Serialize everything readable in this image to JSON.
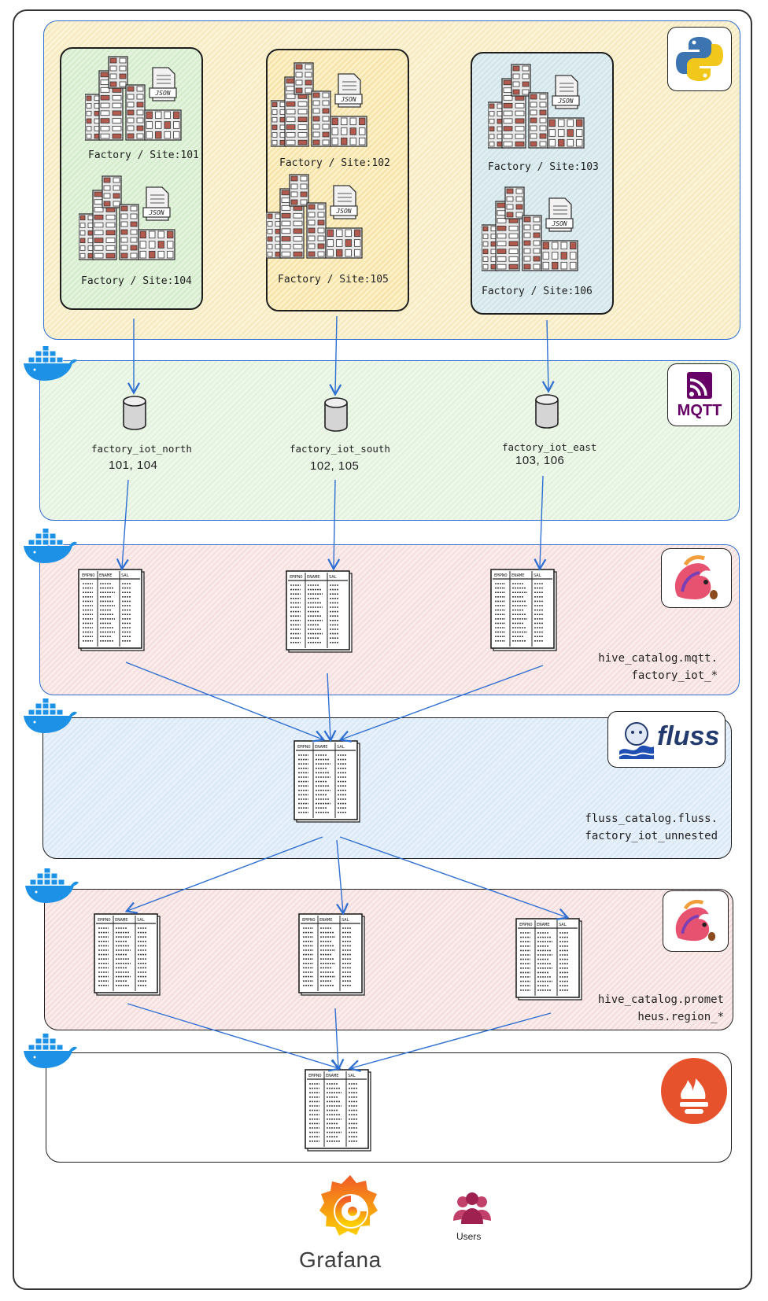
{
  "factories": [
    {
      "label": "Factory / Site:101"
    },
    {
      "label": "Factory / Site:104"
    },
    {
      "label": "Factory / Site:102"
    },
    {
      "label": "Factory / Site:105"
    },
    {
      "label": "Factory / Site:103"
    },
    {
      "label": "Factory / Site:106"
    }
  ],
  "json_badge": "JSON",
  "mqtt": {
    "logo_text": "MQTT",
    "topics": [
      {
        "name": "factory_iot_north",
        "sites": "101, 104"
      },
      {
        "name": "factory_iot_south",
        "sites": "102, 105"
      },
      {
        "name": "factory_iot_east",
        "sites": "103, 106"
      }
    ]
  },
  "flink_stage1": {
    "catalog_line1": "hive_catalog.mqtt.",
    "catalog_line2": "factory_iot_*"
  },
  "fluss": {
    "logo_text": "fluss",
    "catalog_line1": "fluss_catalog.fluss.",
    "catalog_line2": "factory_iot_unnested"
  },
  "flink_stage2": {
    "catalog_line1": "hive_catalog.promet",
    "catalog_line2": "heus.region_*"
  },
  "table_headers": [
    "EMPNO",
    "ENAME",
    "SAL"
  ],
  "grafana_label": "Grafana",
  "users_label": "Users",
  "colors": {
    "accent_blue": "#2f6fd1",
    "grafana_orange": "#f0831f",
    "prometheus_orange": "#e6522c",
    "mqtt_purple": "#660066",
    "flink_pink": "#e6526f"
  }
}
